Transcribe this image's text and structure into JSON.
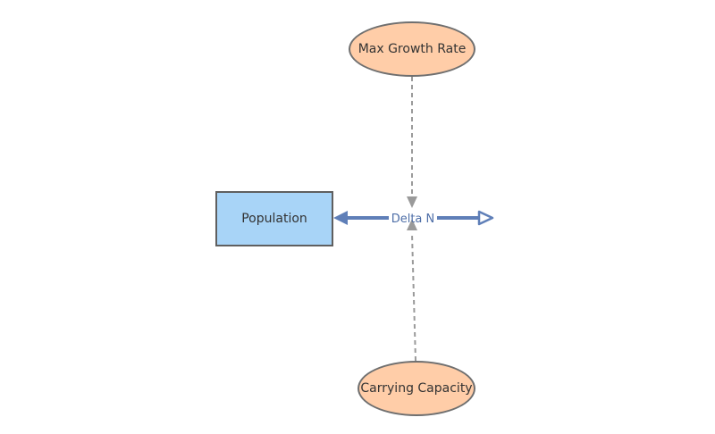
{
  "diagram": {
    "stock": {
      "label": "Population",
      "color": "#a8d4f7"
    },
    "flow": {
      "label": "Delta N",
      "color": "#5f7fb8"
    },
    "variables": [
      {
        "id": "max_growth_rate",
        "label": "Max Growth Rate",
        "color": "#ffcda8"
      },
      {
        "id": "carrying_capacity",
        "label": "Carrying Capacity",
        "color": "#ffcda8"
      }
    ],
    "links": [
      {
        "from": "Max Growth Rate",
        "to": "Delta N",
        "style": "dashed"
      },
      {
        "from": "Carrying Capacity",
        "to": "Delta N",
        "style": "dashed"
      }
    ]
  }
}
